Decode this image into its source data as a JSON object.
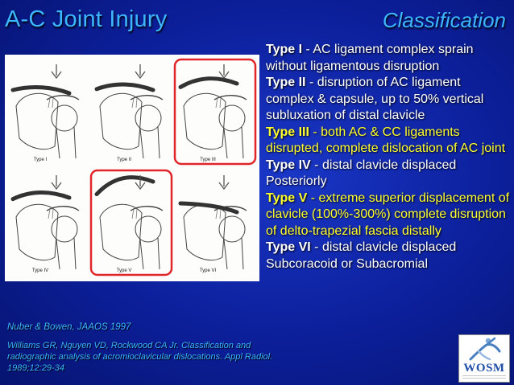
{
  "title": "A-C Joint Injury",
  "subtitle": "Classification",
  "types": [
    {
      "name": "Type I",
      "desc": " - AC ligament complex sprain without ligamentous disruption",
      "highlight": false
    },
    {
      "name": "Type II",
      "desc": " - disruption of AC ligament complex & capsule, up to 50% vertical subluxation of distal clavicle",
      "highlight": false
    },
    {
      "name": "Type III",
      "desc": " - both AC & CC ligaments disrupted, complete dislocation of AC joint",
      "highlight": true
    },
    {
      "name": "Type IV",
      "desc": " - distal clavicle displaced Posteriorly",
      "highlight": false
    },
    {
      "name": "Type V",
      "desc": " - extreme superior displacement of clavicle (100%-300%) complete disruption of delto-trapezial fascia distally",
      "highlight": true
    },
    {
      "name": "Type VI",
      "desc": " - distal clavicle displaced Subcoracoid or Subacromial",
      "highlight": false
    }
  ],
  "figure": {
    "panel_labels": [
      "Type I",
      "Type II",
      "Type III",
      "Type IV",
      "Type V",
      "Type VI"
    ],
    "highlight_color": "#e0262a"
  },
  "references": {
    "ref1": "Nuber & Bowen, JAAOS 1997",
    "ref2": "Williams GR, Nguyen VD, Rockwood CA Jr. Classification and radiographic analysis of acromioclavicular dislocations. Appl Radiol. 1989;12:29-34"
  },
  "logo": {
    "text": "WOSM"
  },
  "colors": {
    "title": "#3db5ff",
    "text": "#ffffff",
    "highlight_text": "#ffff2e",
    "background": "#0c1f9a"
  }
}
